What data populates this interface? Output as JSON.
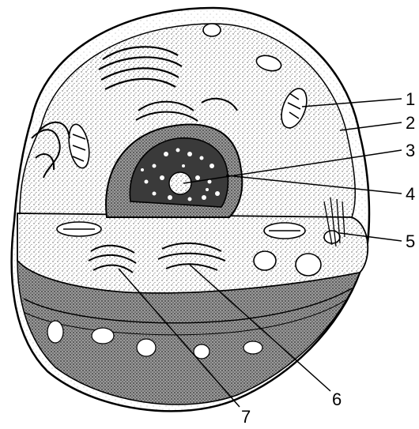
{
  "figure": {
    "labels": [
      {
        "id": "1",
        "text": "1"
      },
      {
        "id": "2",
        "text": "2"
      },
      {
        "id": "3",
        "text": "3"
      },
      {
        "id": "4",
        "text": "4"
      },
      {
        "id": "5",
        "text": "5"
      },
      {
        "id": "6",
        "text": "6"
      },
      {
        "id": "7",
        "text": "7"
      }
    ],
    "colors": {
      "ink": "#000000",
      "paper": "#ffffff",
      "shade": "#6b6b6b"
    }
  }
}
